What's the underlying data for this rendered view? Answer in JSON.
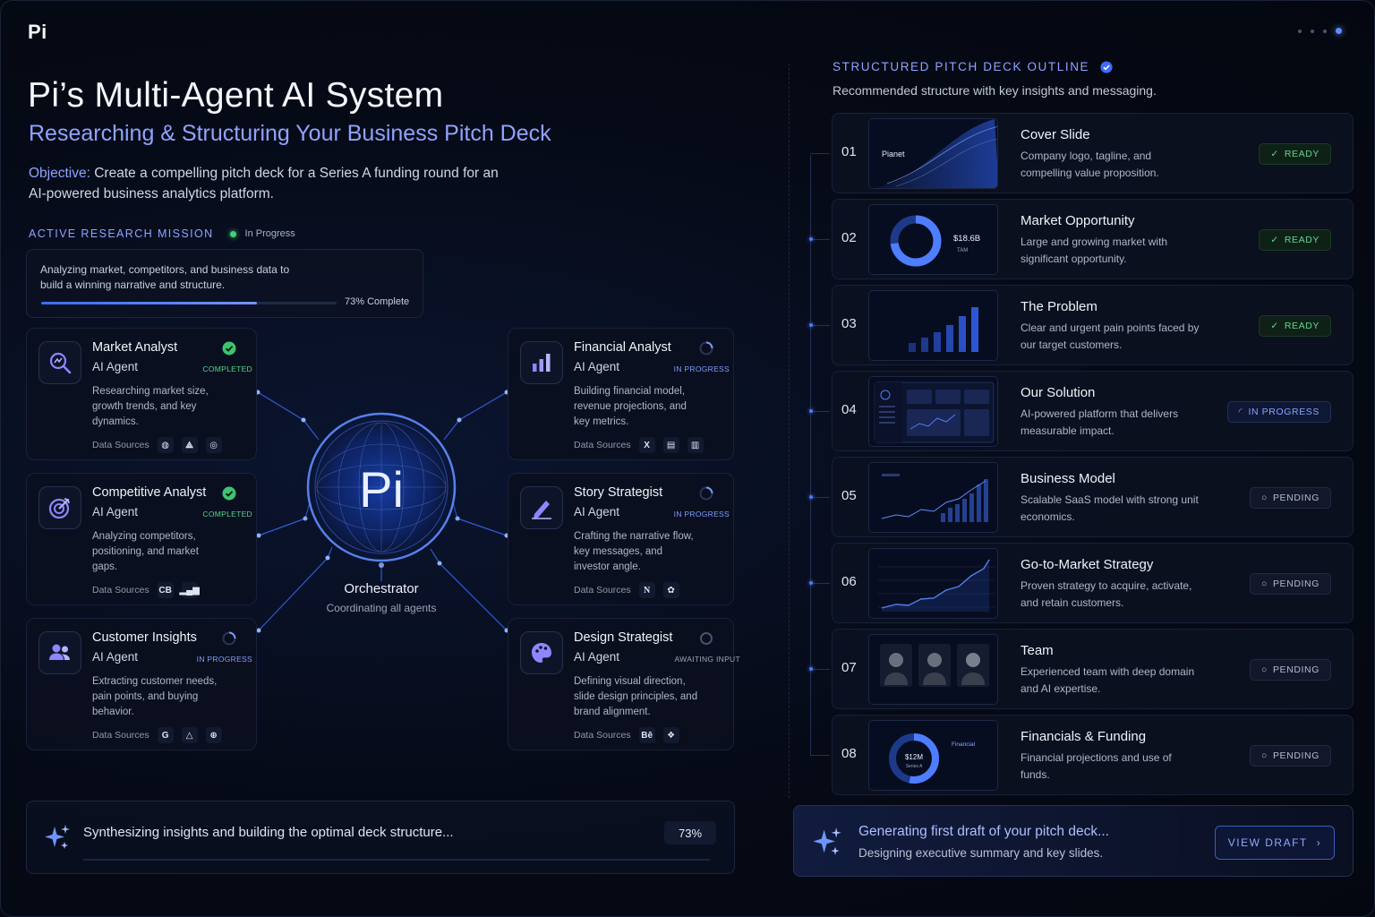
{
  "brand": {
    "logo": "Pi"
  },
  "header": {
    "title": "Pi’s Multi-Agent AI System",
    "subtitle": "Researching & Structuring Your Business Pitch Deck",
    "objective_label": "Objective:",
    "objective_text": "Create a compelling pitch deck for a Series A funding round for an AI-powered business analytics platform."
  },
  "mission": {
    "title": "ACTIVE RESEARCH MISSION",
    "status": "In Progress",
    "description": "Analyzing market, competitors, and business data to build a winning narrative and structure.",
    "progress": 0.73,
    "progress_label": "73% Complete"
  },
  "agents": [
    {
      "name": "Market Analyst",
      "role": "AI Agent",
      "status": "COMPLETED",
      "desc": "Researching market size, growth trends, and key dynamics.",
      "sources_label": "Data Sources",
      "sources": [
        "globe-icon",
        "chart-source-icon",
        "target-source-icon"
      ]
    },
    {
      "name": "Competitive Analyst",
      "role": "AI Agent",
      "status": "COMPLETED",
      "desc": "Analyzing competitors, positioning, and market gaps.",
      "sources_label": "Data Sources",
      "sources": [
        "CB",
        "signal-bars-icon"
      ]
    },
    {
      "name": "Customer Insights",
      "role": "AI Agent",
      "status": "IN PROGRESS",
      "desc": "Extracting customer needs, pain points, and buying behavior.",
      "sources_label": "Data Sources",
      "sources": [
        "G",
        "drive-icon",
        "globe-grid-icon"
      ]
    },
    {
      "name": "Financial Analyst",
      "role": "AI Agent",
      "status": "IN PROGRESS",
      "desc": "Building financial model, revenue projections, and key metrics.",
      "sources_label": "Data Sources",
      "sources": [
        "X",
        "sheet-icon",
        "document-icon"
      ]
    },
    {
      "name": "Story Strategist",
      "role": "AI Agent",
      "status": "IN PROGRESS",
      "desc": "Crafting the narrative flow, key messages, and investor angle.",
      "sources_label": "Data Sources",
      "sources": [
        "N",
        "openai-icon"
      ]
    },
    {
      "name": "Design Strategist",
      "role": "AI Agent",
      "status": "AWAITING INPUT",
      "desc": "Defining visual direction, slide design principles, and brand alignment.",
      "sources_label": "Data Sources",
      "sources": [
        "Bē",
        "figma-icon"
      ]
    }
  ],
  "orchestrator": {
    "symbol": "Pi",
    "label": "Orchestrator",
    "sub": "Coordinating all agents"
  },
  "synthesis": {
    "text": "Synthesizing insights and building the optimal deck structure...",
    "pct": "73%"
  },
  "outline": {
    "title": "STRUCTURED PITCH DECK OUTLINE",
    "subtitle": "Recommended structure with key insights and messaging.",
    "slides": [
      {
        "num": "01",
        "name": "Cover Slide",
        "desc": "Company logo, tagline, and compelling value proposition.",
        "status": "READY",
        "thumb_text": "Pianet"
      },
      {
        "num": "02",
        "name": "Market Opportunity",
        "desc": "Large and growing market with significant opportunity.",
        "status": "READY",
        "thumb_text": "$18.6B",
        "thumb_sub": "TAM"
      },
      {
        "num": "03",
        "name": "The Problem",
        "desc": "Clear and urgent pain points faced by our target customers.",
        "status": "READY"
      },
      {
        "num": "04",
        "name": "Our Solution",
        "desc": "AI-powered platform that delivers measurable impact.",
        "status": "IN PROGRESS"
      },
      {
        "num": "05",
        "name": "Business Model",
        "desc": "Scalable SaaS model with strong unit economics.",
        "status": "PENDING"
      },
      {
        "num": "06",
        "name": "Go-to-Market Strategy",
        "desc": "Proven strategy to acquire, activate, and retain customers.",
        "status": "PENDING"
      },
      {
        "num": "07",
        "name": "Team",
        "desc": "Experienced team with deep domain and AI expertise.",
        "status": "PENDING"
      },
      {
        "num": "08",
        "name": "Financials & Funding",
        "desc": "Financial projections and use of funds.",
        "status": "PENDING",
        "thumb_text": "$12M",
        "thumb_sub": "Series A",
        "thumb_side": "Financial"
      }
    ]
  },
  "draft": {
    "title": "Generating first draft of your pitch deck...",
    "sub": "Designing executive summary and key slides.",
    "button": "VIEW DRAFT"
  },
  "colors": {
    "accent": "#8fa3ff",
    "ready": "#5fd68f",
    "progress": "#88a4ff",
    "background": "#050913"
  }
}
